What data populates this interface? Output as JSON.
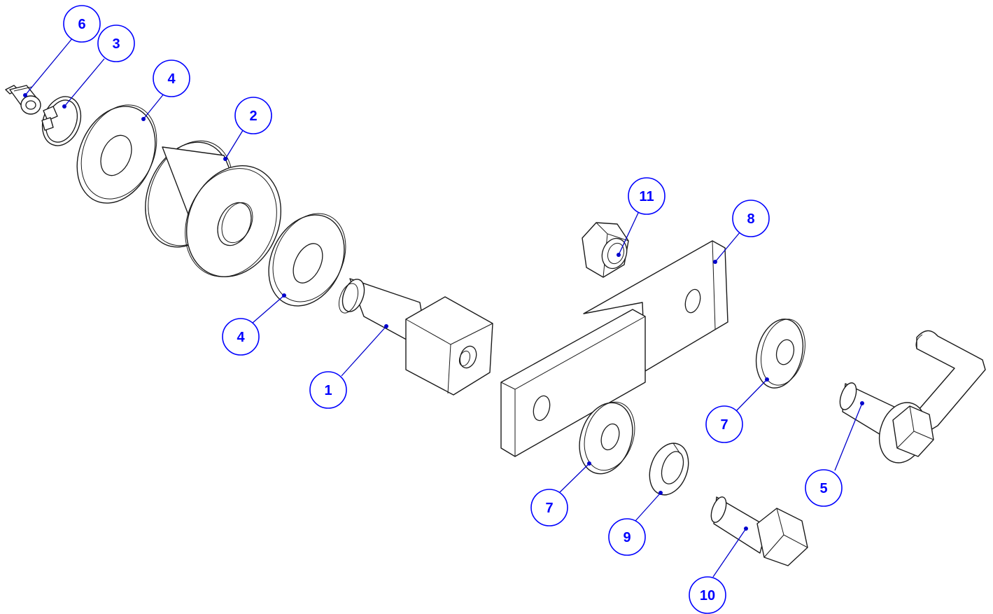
{
  "balloons": [
    {
      "id": "b6",
      "label": "6"
    },
    {
      "id": "b3",
      "label": "3"
    },
    {
      "id": "b4a",
      "label": "4"
    },
    {
      "id": "b2",
      "label": "2"
    },
    {
      "id": "b4b",
      "label": "4"
    },
    {
      "id": "b1",
      "label": "1"
    },
    {
      "id": "b11",
      "label": "11"
    },
    {
      "id": "b8",
      "label": "8"
    },
    {
      "id": "b7a",
      "label": "7"
    },
    {
      "id": "b7b",
      "label": "7"
    },
    {
      "id": "b9",
      "label": "9"
    },
    {
      "id": "b10",
      "label": "10"
    },
    {
      "id": "b5",
      "label": "5"
    }
  ],
  "colors": {
    "balloon_outline": "#0000ff",
    "balloon_text": "#0000ff",
    "leader_line": "#0000cc",
    "part_outline": "#1a1a1a"
  }
}
